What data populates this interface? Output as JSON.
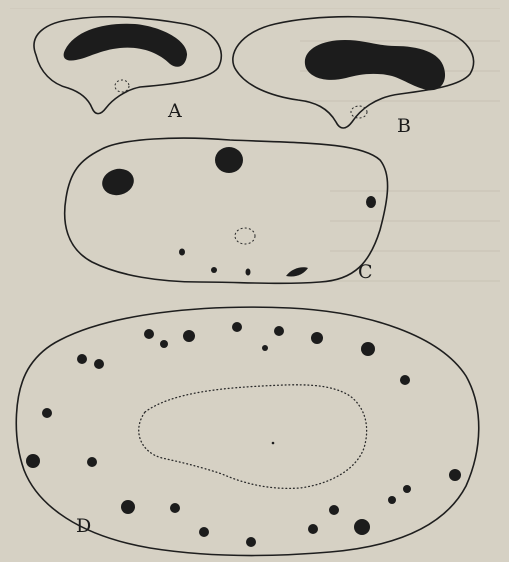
{
  "figure": {
    "panels": [
      {
        "id": "A",
        "label": "A"
      },
      {
        "id": "B",
        "label": "B"
      },
      {
        "id": "C",
        "label": "C"
      },
      {
        "id": "D",
        "label": "D"
      }
    ]
  },
  "colors": {
    "paper": "#d6d1c4",
    "ink": "#1c1c1c",
    "bleed_through_text": "#b9b3a6"
  }
}
